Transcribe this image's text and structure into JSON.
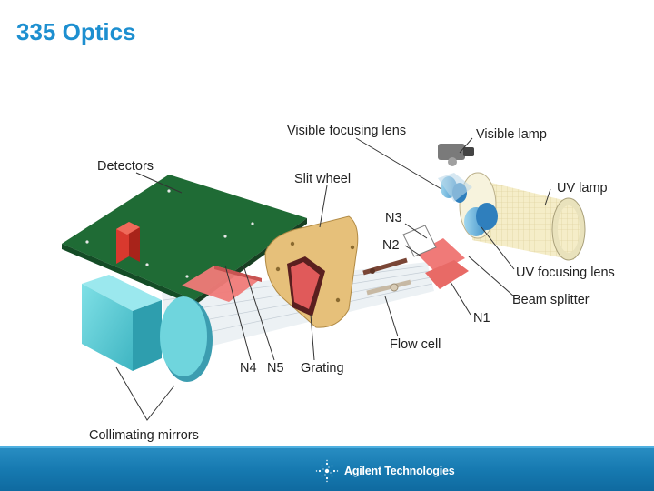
{
  "slide": {
    "title": "335 Optics"
  },
  "diagram": {
    "labels": {
      "visible_focusing_lens": "Visible focusing lens",
      "visible_lamp": "Visible lamp",
      "detectors": "Detectors",
      "slit_wheel": "Slit wheel",
      "uv_lamp": "UV lamp",
      "n3": "N3",
      "n2": "N2",
      "uv_focusing_lens": "UV focusing lens",
      "beam_splitter": "Beam splitter",
      "n1": "N1",
      "flow_cell": "Flow cell",
      "n4": "N4",
      "n5": "N5",
      "grating": "Grating",
      "collimating_mirrors": "Collimating mirrors"
    },
    "colors": {
      "circuit_board": "#1f6b35",
      "mirror_block": "#5fcfd8",
      "filter": "#f07a78",
      "slit_wheel": "#e6c07a",
      "lamp": "#f3eac0",
      "lens": "#5aa6d8"
    }
  },
  "footer": {
    "brand": "Agilent Technologies",
    "logo_icon": "agilent-spark-icon",
    "color": "#1679b0"
  }
}
